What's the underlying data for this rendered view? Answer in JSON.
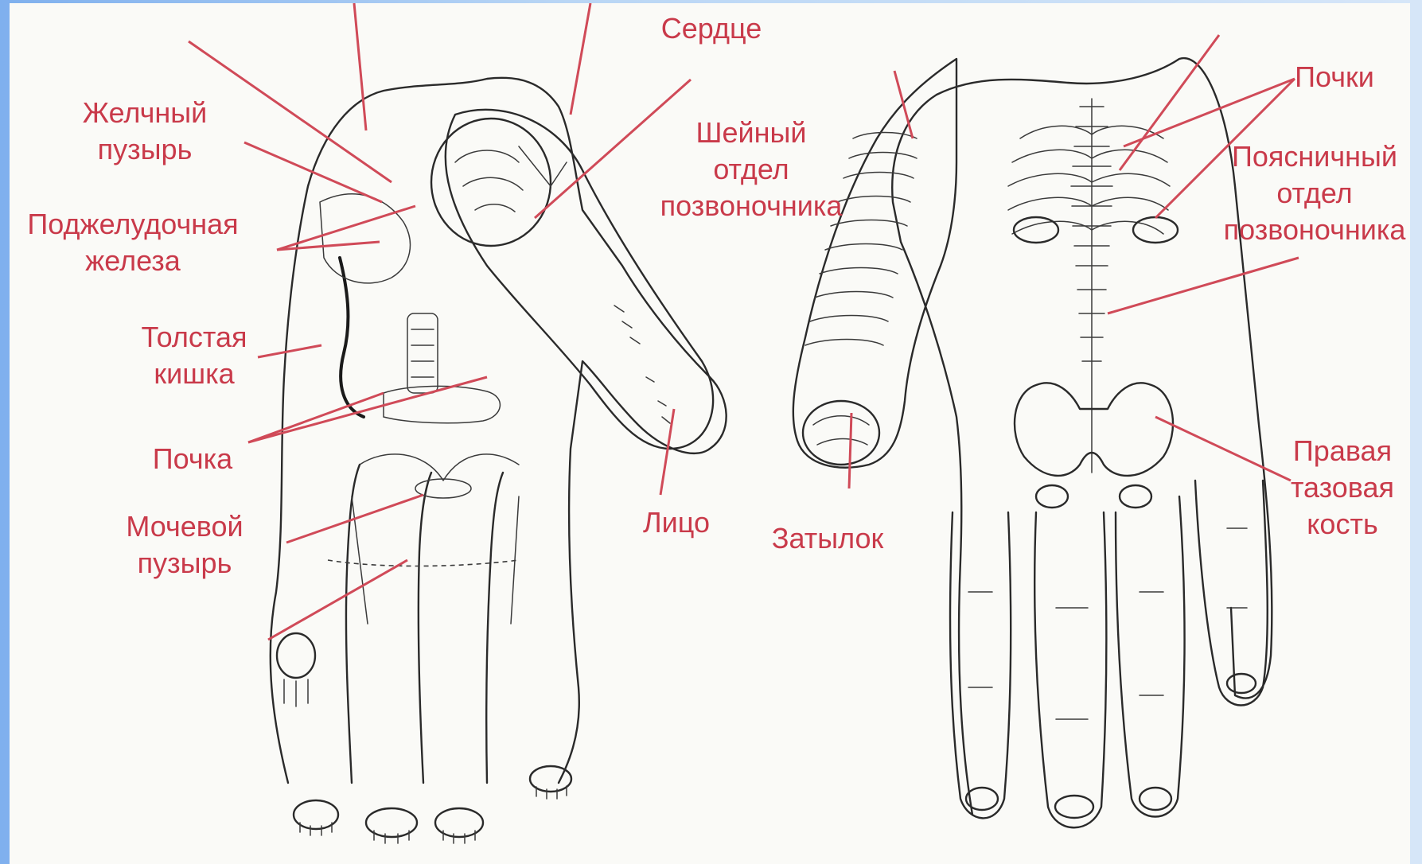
{
  "colors": {
    "label": "#c93a4a",
    "leader": "#d04a58",
    "ink": "#2a2a2a",
    "paper": "#fafaf7",
    "frame": "#7fb0ee"
  },
  "left_hand": {
    "labels": {
      "serdtse": "Сердце",
      "zhelchny_1": "Желчный",
      "zhelchny_2": "пузырь",
      "podzhel_1": "Поджелудочная",
      "podzhel_2": "железа",
      "tolstaya_1": "Толстая",
      "tolstaya_2": "кишка",
      "pochka": "Почка",
      "mochevoy_1": "Мочевой",
      "mochevoy_2": "пузырь",
      "sheyny_1": "Шейный",
      "sheyny_2": "отдел",
      "sheyny_3": "позвоночника",
      "litso": "Лицо"
    }
  },
  "right_hand": {
    "labels": {
      "pochki": "Почки",
      "poyasn_1": "Поясничный",
      "poyasn_2": "отдел",
      "poyasn_3": "позвоночника",
      "pravaya_1": "Правая",
      "pravaya_2": "тазовая",
      "pravaya_3": "кость",
      "zatylok": "Затылок"
    }
  }
}
